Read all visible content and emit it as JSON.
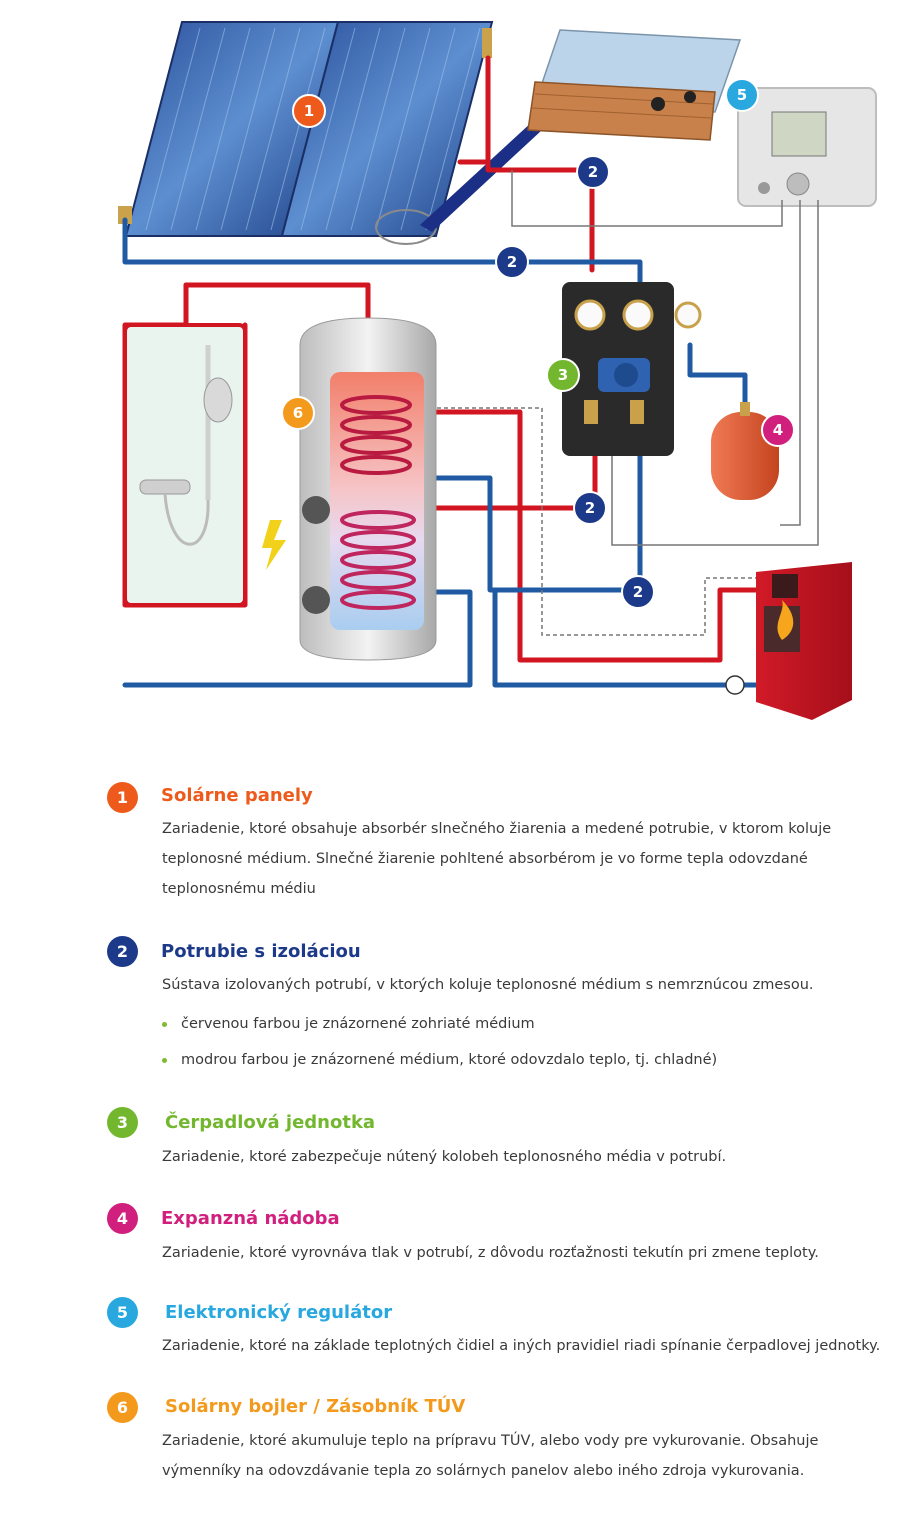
{
  "colors": {
    "c1": "#ed5a1b",
    "c2": "#1d3a8a",
    "c3": "#72b72e",
    "c4": "#d11f7e",
    "c5": "#28a8df",
    "c6": "#f39a1d",
    "pipe_hot": "#d11622",
    "pipe_cold": "#1f5aa3",
    "bullet": "#7dbb2f"
  },
  "diagram": {
    "markers": [
      {
        "num": "1",
        "color": "#ed5a1b"
      },
      {
        "num": "2",
        "color": "#1d3a8a"
      },
      {
        "num": "2",
        "color": "#1d3a8a"
      },
      {
        "num": "3",
        "color": "#72b72e"
      },
      {
        "num": "4",
        "color": "#d11f7e"
      },
      {
        "num": "5",
        "color": "#28a8df"
      },
      {
        "num": "6",
        "color": "#f39a1d"
      },
      {
        "num": "2",
        "color": "#1d3a8a"
      },
      {
        "num": "2",
        "color": "#1d3a8a"
      }
    ]
  },
  "legend": [
    {
      "num": "1",
      "color": "#ed5a1b",
      "title": "Solárne panely",
      "lines": [
        "Zariadenie, ktoré obsahuje absorbér slnečného žiarenia a medené potrubie, v ktorom koluje",
        "teplonosné médium. Slnečné žiarenie pohltené absorbérom je vo forme tepla odovzdané",
        "teplonosnému médiu"
      ]
    },
    {
      "num": "2",
      "color": "#1d3a8a",
      "title": "Potrubie s izoláciou",
      "lines": [
        "Sústava izolovaných potrubí, v ktorých koluje teplonosné médium s nemrznúcou zmesou."
      ],
      "bullets": [
        "červenou farbou je znázornené zohriaté médium",
        "modrou farbou je znázornené médium, ktoré odovzdalo teplo, tj. chladné)"
      ]
    },
    {
      "num": "3",
      "color": "#72b72e",
      "title": "Čerpadlová jednotka",
      "lines": [
        "Zariadenie, ktoré zabezpečuje nútený kolobeh teplonosného média v potrubí."
      ]
    },
    {
      "num": "4",
      "color": "#d11f7e",
      "title": "Expanzná nádoba",
      "lines": [
        "Zariadenie, ktoré vyrovnáva tlak v potrubí, z dôvodu rozťažnosti tekutín pri zmene teploty."
      ]
    },
    {
      "num": "5",
      "color": "#28a8df",
      "title": "Elektronický regulátor",
      "lines": [
        "Zariadenie, ktoré na základe teplotných čidiel a iných pravidiel riadi spínanie čerpadlovej jednotky."
      ]
    },
    {
      "num": "6",
      "color": "#f39a1d",
      "title": "Solárny bojler / Zásobník TÚV",
      "lines": [
        "Zariadenie, ktoré akumuluje teplo na prípravu TÚV, alebo vody pre vykurovanie. Obsahuje",
        "výmenníky na odovzdávanie tepla zo solárnych panelov alebo iného zdroja vykurovania."
      ]
    }
  ]
}
